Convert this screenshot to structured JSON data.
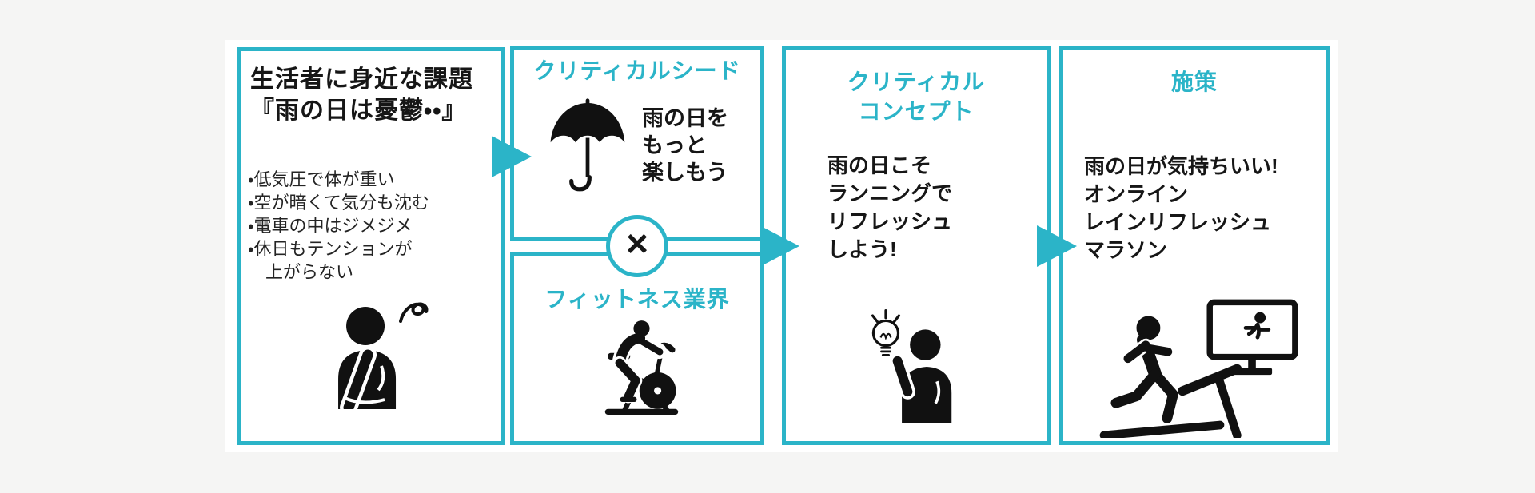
{
  "colors": {
    "accent_teal": "#2bb4c8",
    "text_black": "#1a1a1a",
    "background_gray": "#f5f5f4",
    "panel_background": "#ffffff"
  },
  "panels": {
    "problem": {
      "title_lines": [
        "生活者に身近な課題",
        "『雨の日は憂鬱・・』"
      ],
      "bullet_lines": [
        "・低気圧で体が重い",
        "・空が暗くて気分も沈む",
        "・電車の中はジメジメ",
        "・休日もテンションが",
        "　上がらない"
      ],
      "icon": "worried-person-icon"
    },
    "critical_seed": {
      "title": "クリティカルシード",
      "text_lines": [
        "雨の日を",
        "もっと",
        "楽しもう"
      ],
      "icon": "umbrella-icon"
    },
    "cross_symbol": "×",
    "fitness": {
      "title": "フィットネス業界",
      "icon": "exercise-bike-icon"
    },
    "critical_concept": {
      "title_lines": [
        "クリティカル",
        "コンセプト"
      ],
      "body_lines": [
        "雨の日こそ",
        "ランニングで",
        "リフレッシュ",
        "しよう!"
      ],
      "icon": "idea-person-icon"
    },
    "measure": {
      "title": "施策",
      "body_lines": [
        "雨の日が気持ちいい!",
        "オンライン",
        "レインリフレッシュ",
        "マラソン"
      ],
      "icon": "treadmill-runner-icon"
    }
  }
}
